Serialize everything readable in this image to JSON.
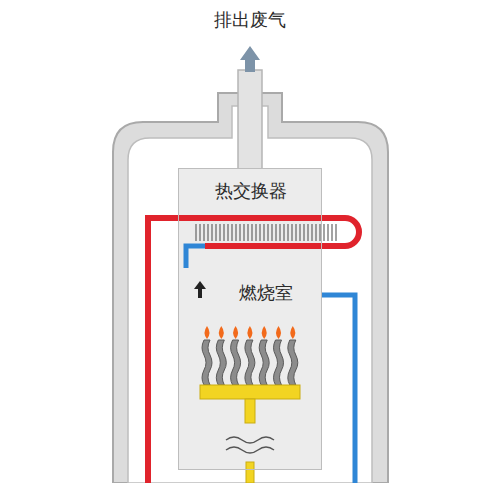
{
  "diagram": {
    "nodes": [
      {
        "text": [
          "热交换器",
          "燃烧室"
        ]
      }
    ],
    "labels": [
      "排出废气"
    ]
  }
}
